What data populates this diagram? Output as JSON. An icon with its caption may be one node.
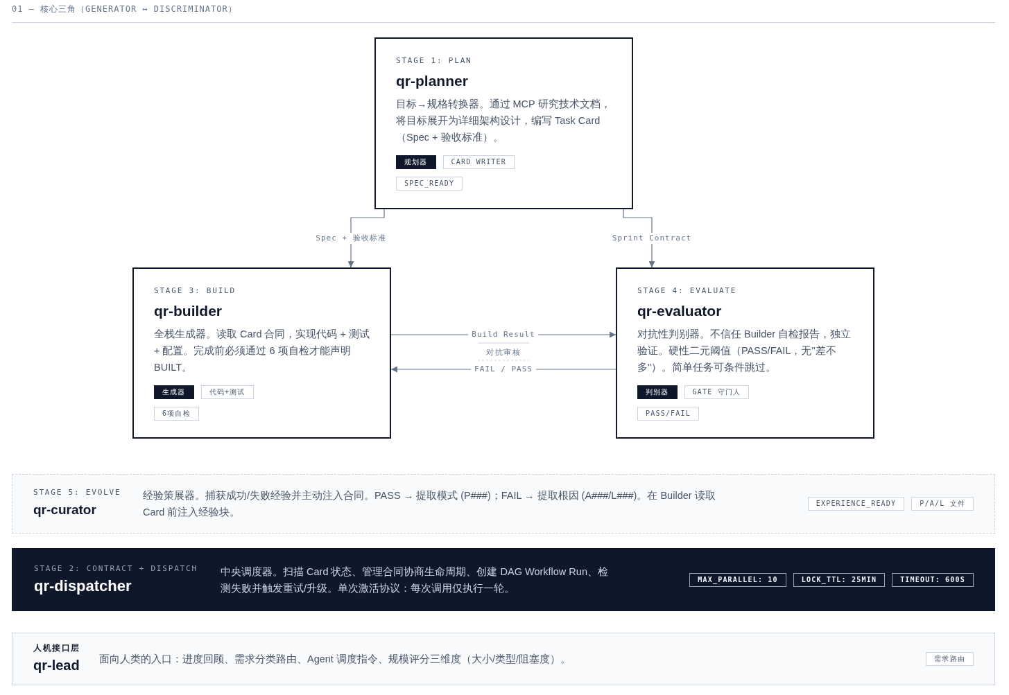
{
  "diagram": {
    "title": "01 — 核心三角（GENERATOR ↔ DISCRIMINATOR）",
    "nodes": [
      {
        "text": [
          "STAGE 1: PLAN",
          "qr-planner",
          "目标→规格转换器。通过 MCP 研究技术文档，将目标展开为详细架构设计，编写 Task Card（Spec + 验收标准）。"
        ]
      },
      {
        "text": [
          "规划器"
        ],
        "in": 0
      },
      {
        "text": [
          "CARD WRITER"
        ],
        "in": 0
      },
      {
        "text": [
          "SPEC_READY"
        ],
        "in": 0
      },
      {
        "text": [
          "STAGE 3: BUILD",
          "qr-builder",
          "全栈生成器。读取 Card 合同，实现代码 + 测试 + 配置。完成前必须通过 6 项自检才能声明 BUILT。"
        ]
      },
      {
        "text": [
          "生成器"
        ],
        "in": 4
      },
      {
        "text": [
          "代码+测试"
        ],
        "in": 4
      },
      {
        "text": [
          "6项自检"
        ],
        "in": 4
      },
      {
        "text": [
          "STAGE 4: EVALUATE",
          "qr-evaluator",
          "对抗性判别器。不信任 Builder 自检报告，独立验证。硬性二元阈值（PASS/FAIL，无\"差不多\"）。简单任务可条件跳过。"
        ]
      },
      {
        "text": [
          "判别器"
        ],
        "in": 8
      },
      {
        "text": [
          "GATE 守门人"
        ],
        "in": 8
      },
      {
        "text": [
          "PASS/FAIL"
        ],
        "in": 8
      },
      {
        "text": [
          "STAGE 5: EVOLVE",
          "qr-curator",
          "经验策展器。捕获成功/失败经验并主动注入合同。PASS → 提取模式 (P###)；FAIL → 提取根因 (A###/L###)。在 Builder 读取 Card 前注入经验块。"
        ]
      },
      {
        "text": [
          "EXPERIENCE_READY"
        ],
        "in": 12
      },
      {
        "text": [
          "P/A/L 文件"
        ],
        "in": 12
      },
      {
        "text": [
          "STAGE 2: CONTRACT + DISPATCH",
          "qr-dispatcher",
          "中央调度器。扫描 Card 状态、管理合同协商生命周期、创建 DAG Workflow Run、检测失败并触发重试/升级。单次激活协议：每次调用仅执行一轮。"
        ]
      },
      {
        "text": [
          "MAX_PARALLEL: 10"
        ],
        "in": 15
      },
      {
        "text": [
          "LOCK_TTL: 25MIN"
        ],
        "in": 15
      },
      {
        "text": [
          "TIMEOUT: 600S"
        ],
        "in": 15
      },
      {
        "text": [
          "人机接口层",
          "qr-lead",
          "面向人类的入口：进度回顾、需求分类路由、Agent 调度指令、规模评分三维度（大小/类型/阻塞度）。"
        ]
      },
      {
        "text": [
          "需求路由"
        ],
        "in": 19
      }
    ],
    "edges": [
      {
        "from": 0,
        "to": 4,
        "arrow": "to",
        "label": "Spec + 验收标准"
      },
      {
        "from": 0,
        "to": 8,
        "arrow": "to",
        "label": "Sprint Contract"
      },
      {
        "from": 4,
        "to": 8,
        "arrow": "to",
        "label": "Build Result"
      },
      {
        "from": 8,
        "to": 4,
        "arrow": "to",
        "label": "FAIL / PASS"
      }
    ],
    "labels": [
      "对抗审核"
    ]
  }
}
